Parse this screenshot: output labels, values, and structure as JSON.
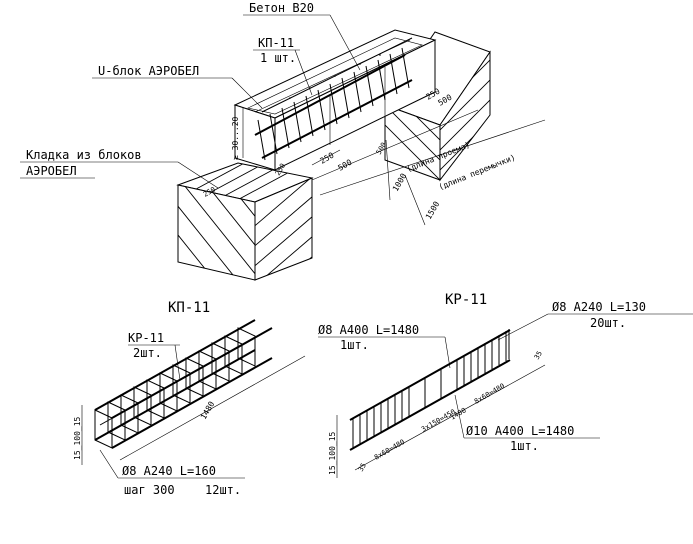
{
  "top_view": {
    "concrete_label": "Бетон В20",
    "cage_label": "КП-11",
    "cage_qty": "1 шт.",
    "ublock_label": "U-блок АЭРОБЕЛ",
    "masonry_label_1": "Кладка из блоков",
    "masonry_label_2": "АЭРОБЕЛ",
    "dim_height": "≥ 30...20",
    "dim_250_a": "250",
    "dim_500_a": "500",
    "dim_250_b": "250",
    "dim_500_b": "500",
    "dim_250_c": "250",
    "dim_500_c": "500",
    "dim_1000": "1000",
    "dim_1000_note": "(длина проема)",
    "dim_1500": "1500",
    "dim_1500_note": "(длина перемычки)",
    "dim_left_250": "250"
  },
  "kp11": {
    "title": "КП-11",
    "kr_label": "КР-11",
    "kr_qty": "2шт.",
    "dim_1480": "1480",
    "side_dims": "15_100_15",
    "stirrup_label": "Ø8 A240  L=160",
    "stirrup_step": "шаг 300",
    "stirrup_qty": "12шт."
  },
  "kr11": {
    "title": "КР-11",
    "top_bar_label": "Ø8 A400  L=1480",
    "top_bar_qty": "1шт.",
    "vert_label": "Ø8 A240  L=130",
    "vert_qty": "20шт.",
    "bottom_bar_label": "Ø10 A400  L=1480",
    "bottom_bar_qty": "1шт.",
    "dim_35_left": "35",
    "dim_35_right": "35",
    "dim_spacing_left": "8x60=480",
    "dim_spacing_mid": "3x150=450",
    "dim_spacing_right": "8x60=480",
    "dim_1480": "1480",
    "side_dims": "15_100_15"
  }
}
